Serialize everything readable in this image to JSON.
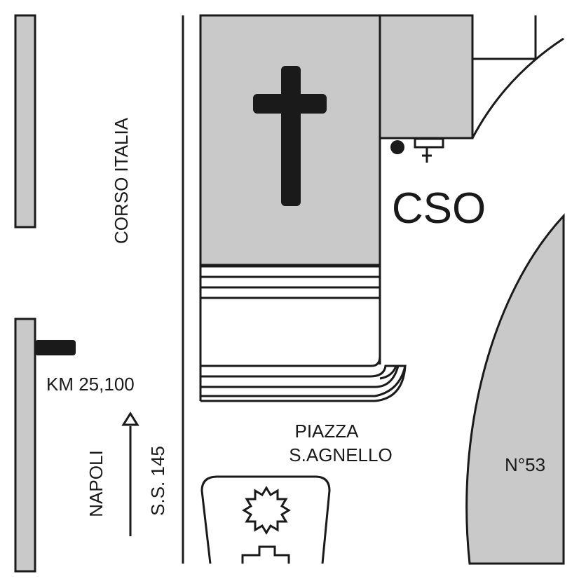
{
  "colors": {
    "building_fill": "#c9c9c9",
    "line": "#1a1a1a",
    "background": "#ffffff"
  },
  "labels": {
    "street": "CORSO ITALIA",
    "marker_code": "CSO",
    "km_marker": "KM 25,100",
    "direction": "NAPOLI",
    "road": "S.S. 145",
    "square_line1": "PIAZZA",
    "square_line2": "S.AGNELLO",
    "house_number": "N°53"
  },
  "icons": {
    "church": "latin-cross-icon",
    "fountain": "sun-burst-icon",
    "hydrant": "hydrant-icon",
    "point": "location-dot-icon",
    "arrow": "north-arrow-icon"
  }
}
